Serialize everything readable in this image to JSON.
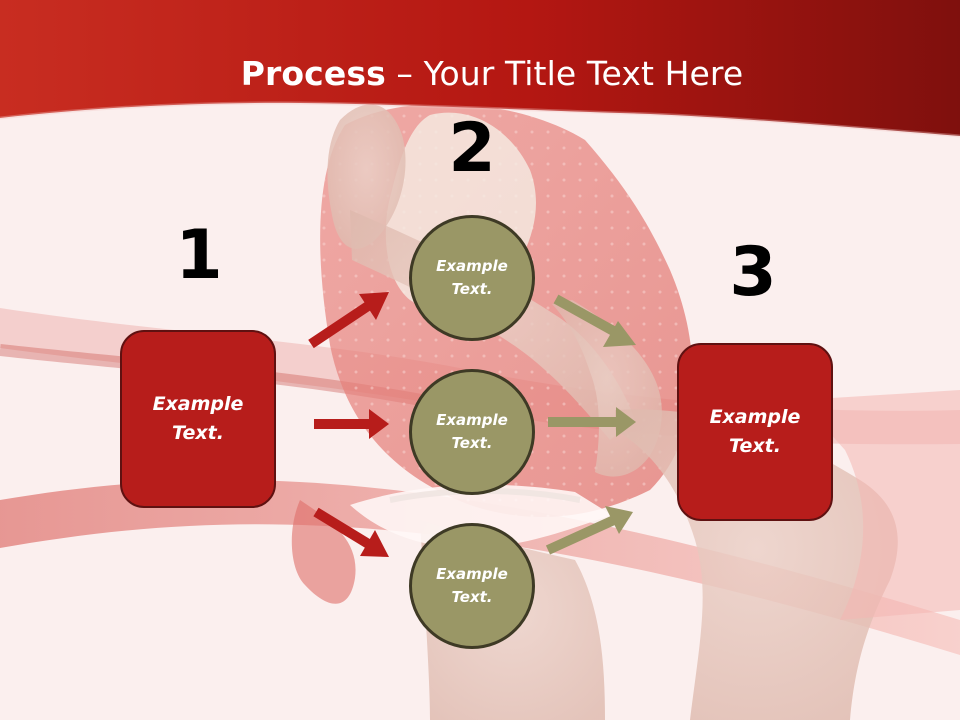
{
  "slide": {
    "title": {
      "bold": "Process",
      "rest": " – Your Title Text Here"
    },
    "steps": [
      {
        "number": "1",
        "label": "Example Text."
      },
      {
        "number": "2",
        "label": "Example Text."
      },
      {
        "number": "3",
        "label": "Example Text."
      }
    ],
    "circles": [
      {
        "label": "Example Text."
      },
      {
        "label": "Example Text."
      },
      {
        "label": "Example Text."
      }
    ]
  },
  "colors": {
    "red_banner": "#9c1816",
    "red_box": "#b71d1b",
    "olive_circle": "#9a9766",
    "olive_arrow": "#9a9766",
    "dark_outline": "#3e3a25"
  }
}
